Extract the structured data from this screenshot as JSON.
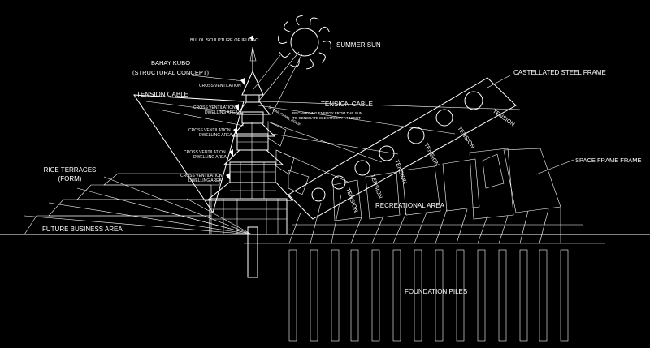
{
  "diagram": {
    "background_color": "#000000",
    "line_color": "#ffffff",
    "labels": {
      "bulol": "BULOL SCULPTURE OF IFUGAO",
      "summer_sun": "SUMMER SUN",
      "bahay_kubo_1": "BAHAY KUBO",
      "bahay_kubo_2": "(STRUCTURAL CONCEPT)",
      "cross_vent_top": "CROSS VENTILATION",
      "tension_cable_left": "TENSION CABLE",
      "tension_cable_right": "TENSION CABLE",
      "recharge_1": "RECHARGING ENERGY FROM THE SUN",
      "recharge_2": "TO GENERATE ELECTRICITY AT NIGHT",
      "solar_panel": "SOLAR PANEL ROOF",
      "cv_line1": "CROSS VENTILATION",
      "cv_line2": "DWELLING AREA",
      "castellated": "CASTELLATED STEEL FRAME",
      "space_frame": "SPACE FRAME FRAME",
      "rice_terraces_1": "RICE TERRACES",
      "rice_terraces_2": "(FORM)",
      "future_business": "FUTURE BUSINESS AREA",
      "recreational": "RECREATIONAL AREA",
      "foundation": "FOUNDATION PILES",
      "tension": "TENSION"
    }
  }
}
